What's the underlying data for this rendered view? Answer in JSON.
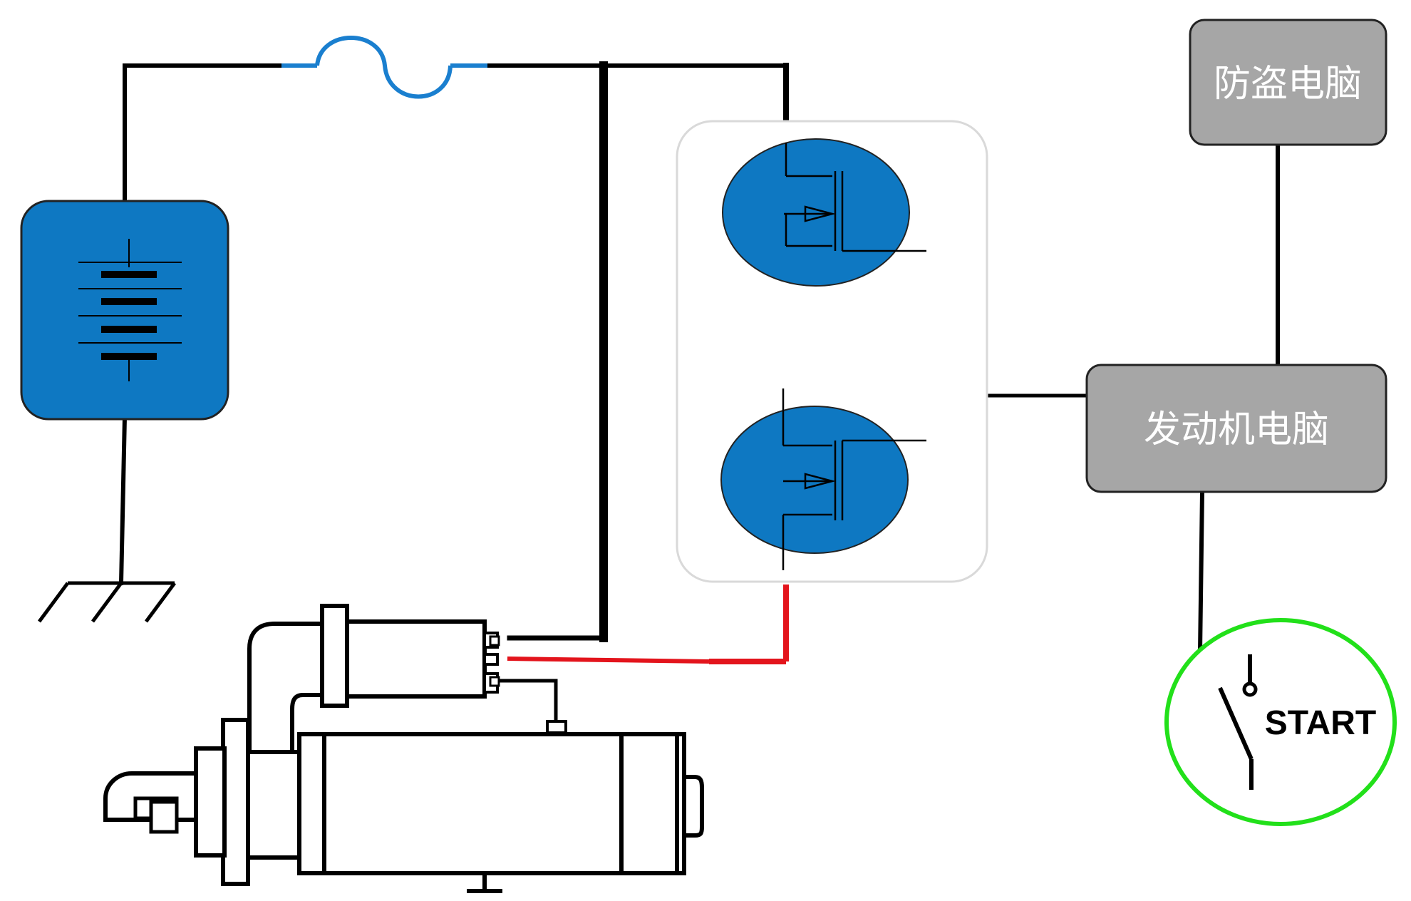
{
  "labels": {
    "anti_theft_ecu": "防盗电脑",
    "engine_ecu": "发动机电脑",
    "start_switch": "START"
  },
  "colors": {
    "component_blue": "#0e78c2",
    "fuse_blue": "#1a7fcf",
    "ecu_gray": "#a6a6a6",
    "control_red": "#e3141c",
    "switch_green": "#22e01a",
    "wire_black": "#000000"
  },
  "icons": [
    "battery-icon",
    "fuse-icon",
    "ground-icon",
    "mosfet-icon",
    "switch-icon",
    "starter-motor-icon"
  ]
}
